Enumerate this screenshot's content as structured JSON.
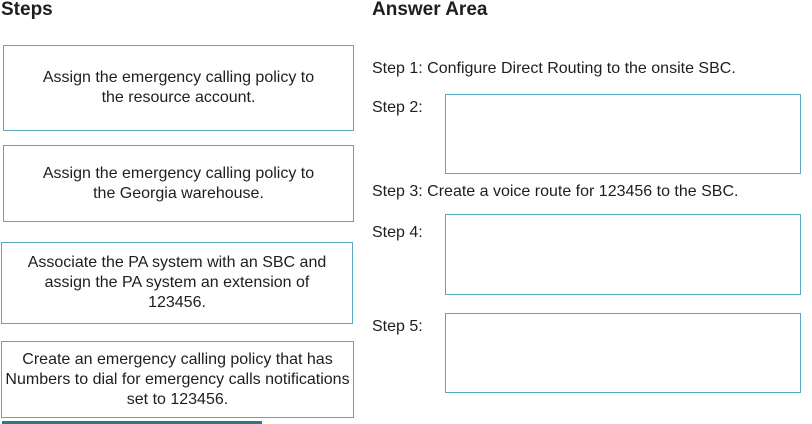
{
  "steps_panel": {
    "title": "Steps",
    "cards": [
      "Assign the emergency calling policy to the resource account.",
      "Assign the emergency calling policy to the Georgia warehouse.",
      "Associate the PA system with an SBC and assign the PA system an extension of 123456.",
      "Create an emergency calling policy that has Numbers to dial for emergency calls notifications set to 123456."
    ]
  },
  "answer_area": {
    "title": "Answer Area",
    "step1": {
      "label": "Step 1:",
      "value": "Configure Direct Routing to the onsite SBC."
    },
    "step2": {
      "label": "Step 2:",
      "value": ""
    },
    "step3": {
      "label": "Step 3:",
      "value": "Create a voice route for 123456 to the SBC."
    },
    "step4": {
      "label": "Step 4:",
      "value": ""
    },
    "step5": {
      "label": "Step 5:",
      "value": ""
    }
  },
  "colors": {
    "card_border": "#5aa7c1",
    "partial_card_border": "#2a7787",
    "text": "#1e1e1e"
  }
}
